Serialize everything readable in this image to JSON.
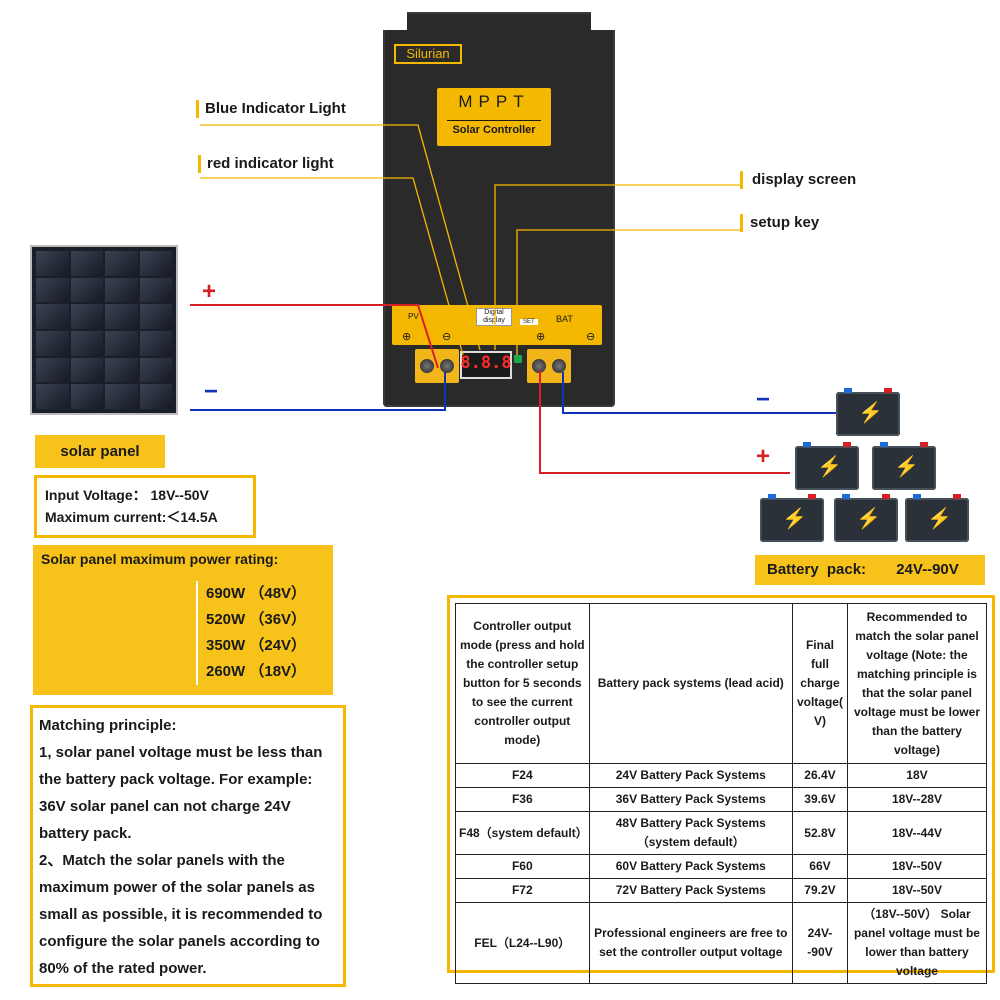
{
  "device": {
    "brand": "Silurian",
    "plate_title": "MPPT",
    "plate_subtitle": "Solar Controller",
    "pv_label": "PV",
    "digital_label": "Digital display",
    "set_label": "SET",
    "bat_label": "BAT",
    "screen_value": "8.8.8",
    "pos_symbol": "⊕",
    "neg_symbol": "⊖"
  },
  "callouts": {
    "blue_indicator": "Blue Indicator Light",
    "red_indicator": "red indicator light",
    "display_screen": "display screen",
    "setup_key": "setup key"
  },
  "wire_signs": {
    "plus": "+",
    "minus": "−"
  },
  "solar_panel": {
    "label": "solar panel",
    "input_voltage": "Input Voltage： 18V--50V",
    "max_current": "Maximum current:＜14.5A"
  },
  "power_rating": {
    "title": "Solar panel maximum power rating:",
    "items": [
      "690W （48V）",
      "520W （36V）",
      "350W （24V）",
      "260W （18V）"
    ]
  },
  "matching": {
    "title": "Matching principle:",
    "p1": "1, solar panel voltage must be less than the battery pack voltage. For example: 36V solar panel can not charge 24V battery pack.",
    "p2": "2、Match the solar panels with the maximum power of the solar panels as small as possible, it is recommended to configure the solar panels according to 80% of the rated power."
  },
  "battery_pack": {
    "label": "Battery pack:",
    "range": "24V--90V"
  },
  "table": {
    "headers": [
      "Controller output mode (press and hold the controller setup button for 5 seconds to see the current controller output mode)",
      "Battery pack systems (lead acid)",
      "Final full charge voltage( V)",
      "Recommended to match the solar panel voltage (Note: the matching principle is that the solar panel voltage must be lower than the battery voltage)"
    ],
    "rows": [
      [
        "F24",
        "24V Battery Pack Systems",
        "26.4V",
        "18V"
      ],
      [
        "F36",
        "36V Battery Pack Systems",
        "39.6V",
        "18V--28V"
      ],
      [
        "F48（system default）",
        "48V Battery Pack Systems（system default）",
        "52.8V",
        "18V--44V"
      ],
      [
        "F60",
        "60V Battery Pack Systems",
        "66V",
        "18V--50V"
      ],
      [
        "F72",
        "72V Battery Pack Systems",
        "79.2V",
        "18V--50V"
      ],
      [
        "FEL（L24--L90）",
        "Professional engineers are free to set the controller output voltage",
        "24V--90V",
        "（18V--50V） Solar panel voltage must be lower than battery voltage"
      ]
    ]
  }
}
